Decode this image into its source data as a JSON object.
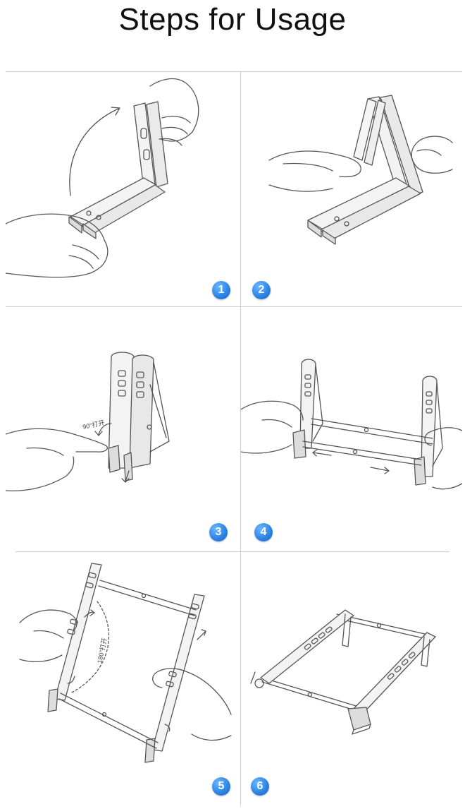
{
  "title": "Steps for Usage",
  "steps": [
    {
      "number": "1"
    },
    {
      "number": "2"
    },
    {
      "number": "3",
      "annotation": "90°打开"
    },
    {
      "number": "4"
    },
    {
      "number": "5",
      "annotation": "180°打开"
    },
    {
      "number": "6"
    }
  ],
  "colors": {
    "badge": "#2f86e6",
    "line": "#cfcfcf",
    "stroke": "#555555"
  }
}
